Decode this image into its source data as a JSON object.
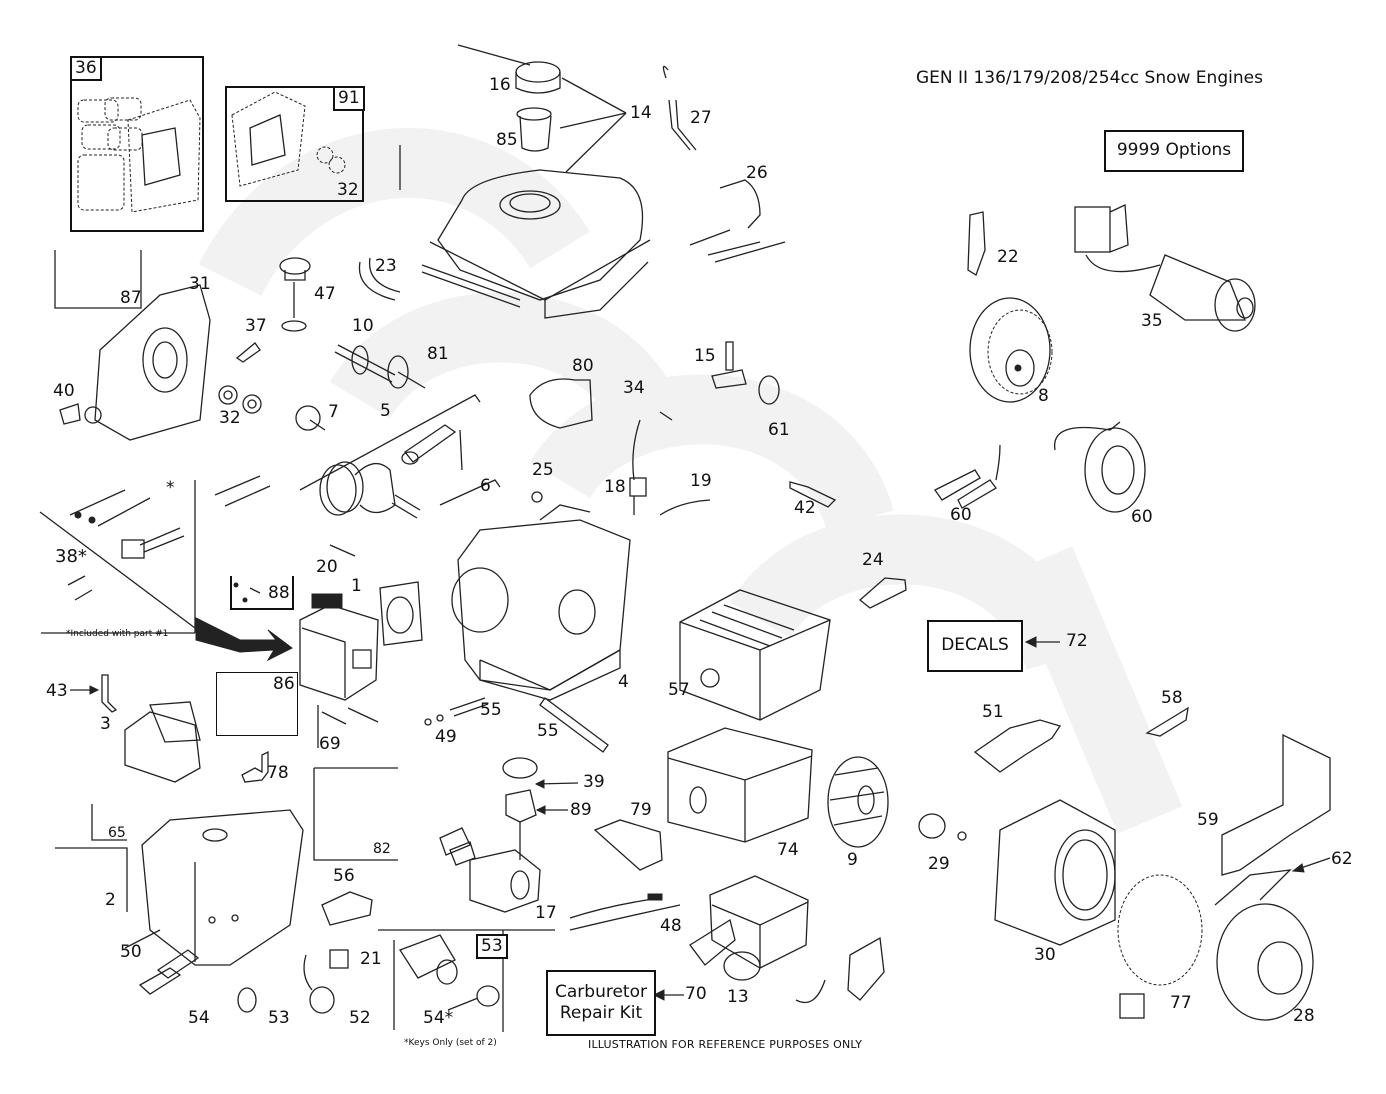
{
  "title": "GEN II 136/179/208/254cc Snow Engines",
  "options_box": "9999  Options",
  "decals_box": "DECALS",
  "carb_kit_box": {
    "line1": "Carburetor",
    "line2": "Repair Kit"
  },
  "footer": "ILLUSTRATION FOR REFERENCE PURPOSES ONLY",
  "notes": {
    "included_with_part": "*Included with part #1",
    "keys_only": "*Keys Only (set of 2)",
    "asterisk": "*"
  },
  "watermark": {
    "color": "#f2f2f2"
  },
  "kit_boxes": {
    "k36": "36",
    "k91": "91",
    "k32_in_91": "32",
    "k87": "87",
    "k88": "88",
    "k86": "86",
    "k82": "82",
    "k53": "53",
    "k65": "65",
    "k2": "2",
    "k69": "69"
  },
  "callouts": {
    "c16": "16",
    "c14": "14",
    "c27": "27",
    "c85": "85",
    "c26": "26",
    "c22": "22",
    "c35": "35",
    "c23": "23",
    "c47": "47",
    "c31": "31",
    "c37": "37",
    "c10": "10",
    "c81": "81",
    "c40": "40",
    "c32": "32",
    "c7": "7",
    "c5": "5",
    "c6": "6",
    "c80": "80",
    "c34": "34",
    "c15": "15",
    "c61": "61",
    "c8": "8",
    "c25": "25",
    "c18": "18",
    "c19": "19",
    "c42": "42",
    "c60a": "60",
    "c60b": "60",
    "c38": "38*",
    "c20": "20",
    "c1": "1",
    "c24": "24",
    "c72": "72",
    "c4": "4",
    "c57": "57",
    "c43": "43",
    "c3": "3",
    "c55a": "55",
    "c55b": "55",
    "c49": "49",
    "c78": "78",
    "c51": "51",
    "c58": "58",
    "c39": "39",
    "c89": "89",
    "c79": "79",
    "c74": "74",
    "c9": "9",
    "c29": "29",
    "c59": "59",
    "c62": "62",
    "c56": "56",
    "c50": "50",
    "c17": "17",
    "c48": "48",
    "c21": "21",
    "c30": "30",
    "c13": "13",
    "c70": "70",
    "c77": "77",
    "c28": "28",
    "c54a": "54",
    "c53": "53",
    "c52": "52",
    "c54b": "54*"
  }
}
